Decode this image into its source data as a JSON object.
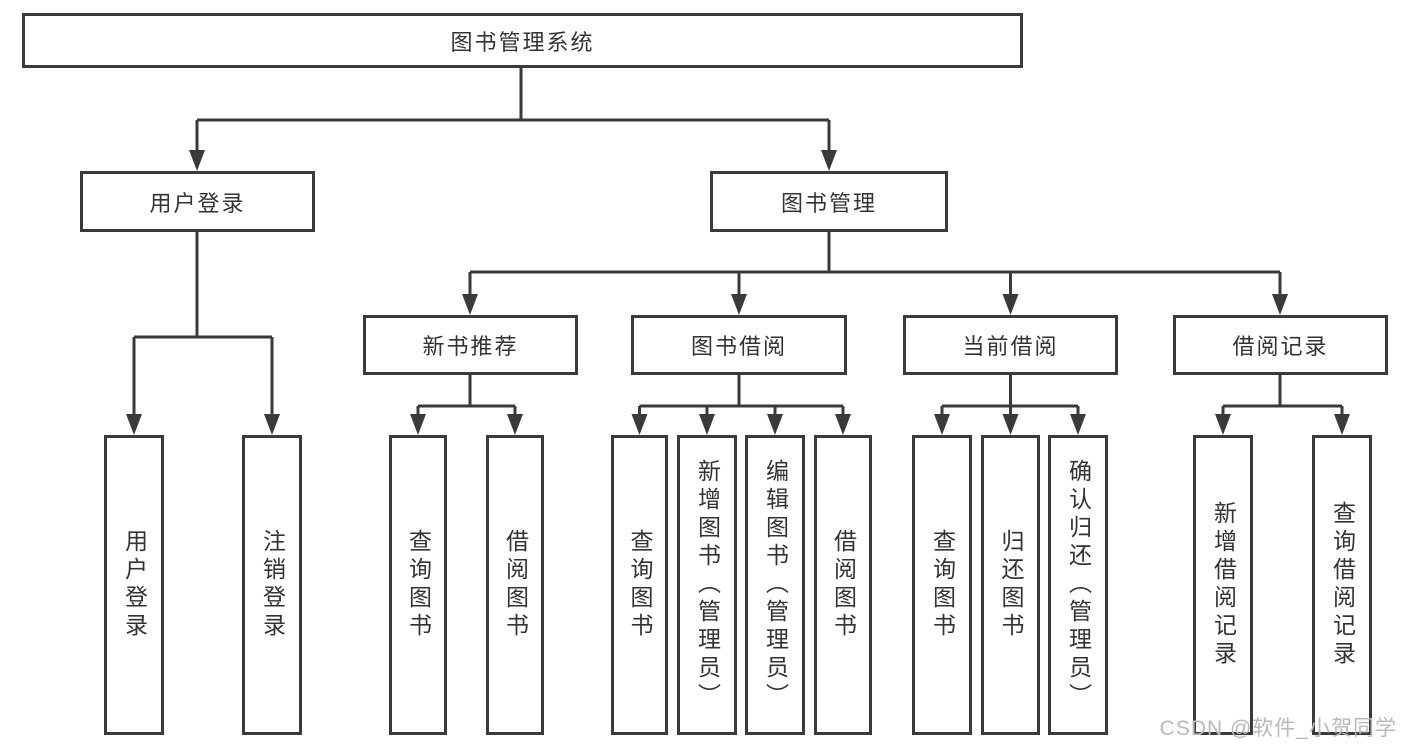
{
  "tree": {
    "root": {
      "label": "图书管理系统",
      "children": [
        {
          "label": "用户登录",
          "children": [
            {
              "label": "用户登录"
            },
            {
              "label": "注销登录"
            }
          ]
        },
        {
          "label": "图书管理",
          "children": [
            {
              "label": "新书推荐",
              "children": [
                {
                  "label": "查询图书"
                },
                {
                  "label": "借阅图书"
                }
              ]
            },
            {
              "label": "图书借阅",
              "children": [
                {
                  "label": "查询图书"
                },
                {
                  "label": "新增图书（管理员）"
                },
                {
                  "label": "编辑图书（管理员）"
                },
                {
                  "label": "借阅图书"
                }
              ]
            },
            {
              "label": "当前借阅",
              "children": [
                {
                  "label": "查询图书"
                },
                {
                  "label": "归还图书"
                },
                {
                  "label": "确认归还（管理员）"
                }
              ]
            },
            {
              "label": "借阅记录",
              "children": [
                {
                  "label": "新增借阅记录"
                },
                {
                  "label": "查询借阅记录"
                }
              ]
            }
          ]
        }
      ]
    }
  },
  "watermark": {
    "text": "CSDN @软件_小贺同学"
  },
  "colors": {
    "line": "#3a3a3a",
    "text": "#333333",
    "watermark": "#b9b9b9"
  }
}
